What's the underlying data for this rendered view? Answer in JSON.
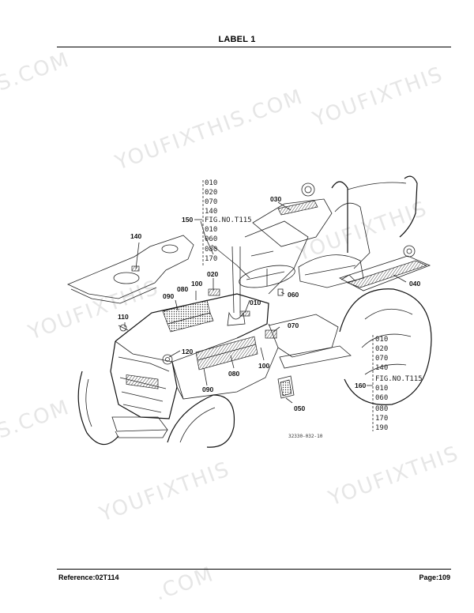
{
  "header": {
    "title": "LABEL 1"
  },
  "footer": {
    "reference": "Reference:02T114",
    "page": "Page:109"
  },
  "watermark": {
    "text_long": "YOUFIXTHIS.COM",
    "text_short": "YOUFIXTHIS",
    "text_tail": "S.COM",
    "text_com": ".COM"
  },
  "diagram": {
    "drawing_code": "32330-032-10",
    "callouts": {
      "c010": "010",
      "c020": "020",
      "c030": "030",
      "c040": "040",
      "c050": "050",
      "c060": "060",
      "c070": "070",
      "c080a": "080",
      "c080b": "080",
      "c090a": "090",
      "c090b": "090",
      "c100a": "100",
      "c100b": "100",
      "c110": "110",
      "c120": "120",
      "c140": "140"
    },
    "column_top": {
      "ref": "150",
      "fig": "FIG.NO.T115",
      "above": [
        "010",
        "020",
        "070",
        "140"
      ],
      "below": [
        "010",
        "060",
        "080",
        "170"
      ]
    },
    "column_bottom": {
      "ref": "160",
      "fig": "FIG.NO.T115",
      "above": [
        "010",
        "020",
        "070",
        "140"
      ],
      "below": [
        "010",
        "060",
        "080",
        "170",
        "190"
      ]
    }
  }
}
